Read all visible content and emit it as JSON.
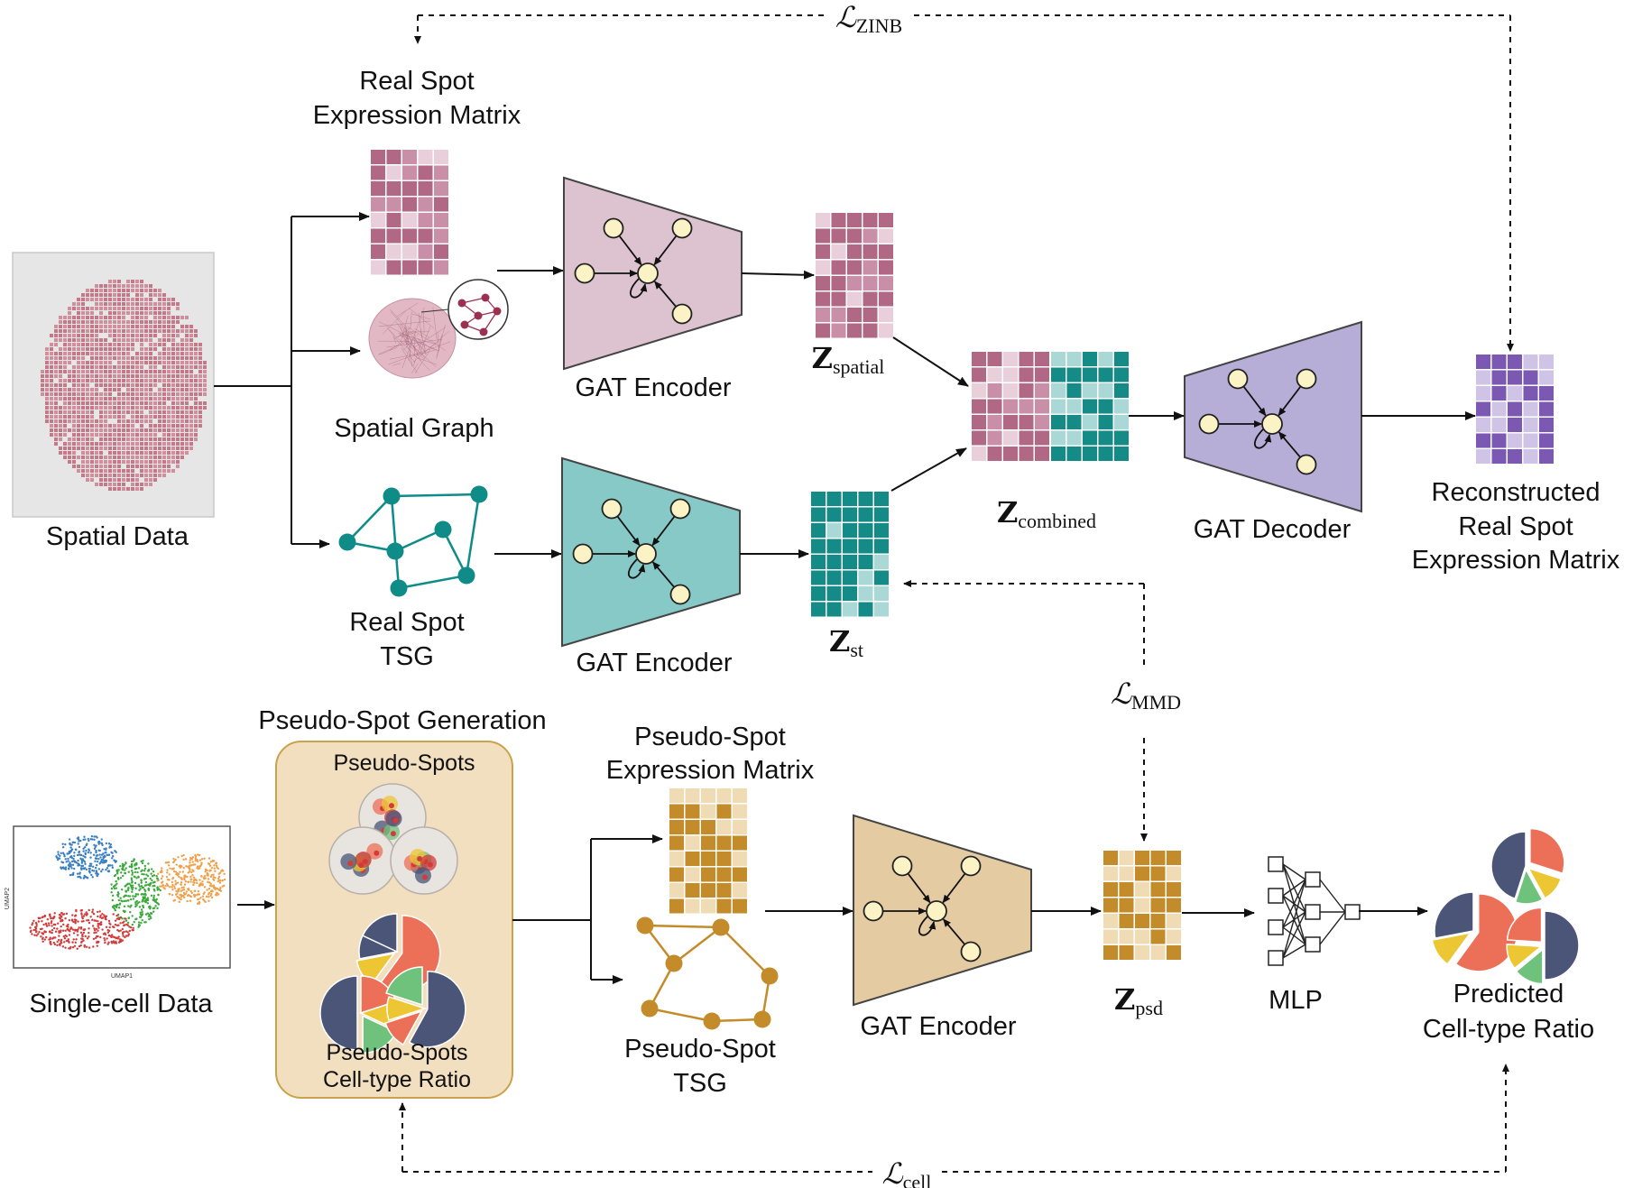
{
  "labels": {
    "real_matrix": [
      "Real Spot",
      "Expression Matrix"
    ],
    "spatial_graph": "Spatial Graph",
    "spatial_data": "Spatial Data",
    "real_tsg": [
      "Real Spot",
      "TSG"
    ],
    "encoder_top": "GAT Encoder",
    "encoder_mid": "GAT Encoder",
    "encoder_bottom": "GAT Encoder",
    "decoder": "GAT Decoder",
    "reconstructed": [
      "Reconstructed",
      "Real Spot",
      "Expression Matrix"
    ],
    "pseudo_gen_title": "Pseudo-Spot Generation",
    "pseudo_spots": "Pseudo-Spots",
    "pseudo_ratio": [
      "Pseudo-Spots",
      "Cell-type Ratio"
    ],
    "pseudo_matrix": [
      "Pseudo-Spot",
      "Expression Matrix"
    ],
    "pseudo_tsg": [
      "Pseudo-Spot",
      "TSG"
    ],
    "single_cell": "Single-cell Data",
    "umap_x": "UMAP1",
    "umap_y": "UMAP2",
    "mlp": "MLP",
    "predicted": [
      "Predicted",
      "Cell-type Ratio"
    ]
  },
  "latents": {
    "z_spatial": {
      "main": "Z",
      "sub": "spatial"
    },
    "z_st": {
      "main": "Z",
      "sub": "st"
    },
    "z_combined": {
      "main": "Z",
      "sub": "combined"
    },
    "z_psd": {
      "main": "Z",
      "sub": "psd"
    }
  },
  "losses": {
    "zinb": {
      "main": "ℒ",
      "sub": "ZINB"
    },
    "mmd": {
      "main": "ℒ",
      "sub": "MMD"
    },
    "cell": {
      "main": "ℒ",
      "sub": "cell"
    }
  },
  "colors": {
    "pink_light": "#e8cfd9",
    "pink_mid": "#c98fa8",
    "pink_dark": "#b06885",
    "teal_light": "#a9d8d6",
    "teal_dark": "#148b87",
    "teal_node": "#0f8c88",
    "purple_light": "#cfc3e6",
    "purple_dark": "#7b59b3",
    "gold_light": "#f0dcb4",
    "gold_dark": "#c48b2a",
    "encoder_pink": "#dcc3cf",
    "encoder_teal": "#86c9c6",
    "encoder_gold": "#e5cba2",
    "decoder_purple": "#b7aed8",
    "gen_box": "#f2dfc0",
    "gen_box_border": "#c9a24a",
    "node_fill": "#fbf3c6",
    "pie_navy": "#4a5578",
    "pie_coral": "#ec7057",
    "pie_yellow": "#edc634",
    "pie_green": "#6fc27c",
    "umap_blue": "#3a7fc1",
    "umap_green": "#3aa83a",
    "umap_orange": "#f0a04a",
    "umap_red": "#d33a3a"
  }
}
